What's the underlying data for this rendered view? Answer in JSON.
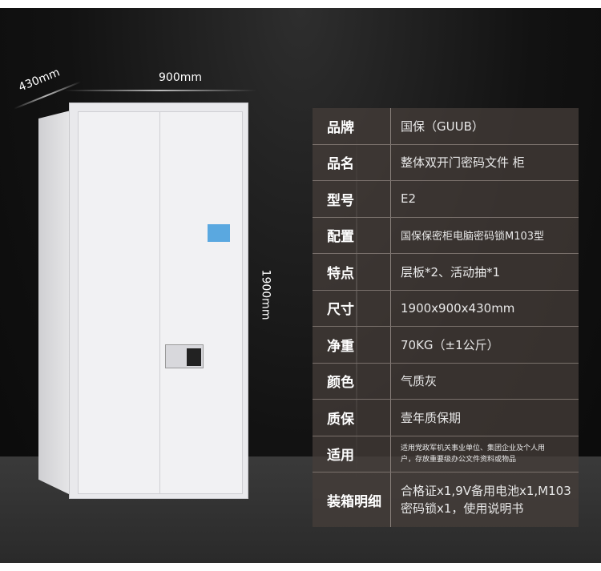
{
  "dimensions": {
    "depth": "430mm",
    "width": "900mm",
    "height": "1900mm"
  },
  "specs": [
    {
      "label": "品牌",
      "value": "国保（GUUB）"
    },
    {
      "label": "品名",
      "value": "整体双开门密码文件 柜"
    },
    {
      "label": "型号",
      "value": "E2"
    },
    {
      "label": "配置",
      "value": "国保保密柜电脑密码锁M103型"
    },
    {
      "label": "特点",
      "value": "层板*2、活动抽*1"
    },
    {
      "label": "尺寸",
      "value": "1900x900x430mm"
    },
    {
      "label": "净重",
      "value": "70KG（±1公斤）"
    },
    {
      "label": "颜色",
      "value": "气质灰"
    },
    {
      "label": "质保",
      "value": "壹年质保期"
    },
    {
      "label": "适用",
      "value": "适用党政军机关事业单位、集团企业及个人用户，存放重要级办公文件资料或物品"
    },
    {
      "label": "装箱明细",
      "value": "合格证x1,9V备用电池x1,M103密码锁x1，使用说明书"
    }
  ]
}
